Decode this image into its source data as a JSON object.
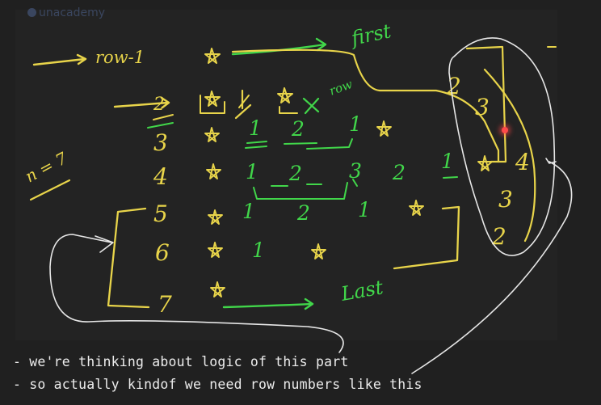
{
  "watermark": "unacademy",
  "colors": {
    "background": "#202020",
    "board": "#232323",
    "yellow": "#e8d44a",
    "green": "#41d64a",
    "white": "#e6e6e6",
    "pointer": "#ff4a4a"
  },
  "board_text": {
    "row_minus_one": "row-1",
    "first": "first",
    "row_sub": "row",
    "n_eq": "n = 7",
    "last": "Last",
    "row_labels": [
      "3",
      "4",
      "5",
      "6",
      "7"
    ],
    "row3_nums": [
      "1",
      "2",
      "1"
    ],
    "row4_nums": [
      "1",
      "2",
      "3",
      "2",
      "1"
    ],
    "row5_nums": [
      "1",
      "2",
      "1"
    ],
    "row6_nums": [
      "1"
    ],
    "side_column": [
      "2",
      "3",
      "4",
      "3",
      "2"
    ],
    "top_nums": [
      "1"
    ]
  },
  "notes": [
    "- we're thinking about logic of this part",
    "- so actually kindof we need row numbers like this"
  ]
}
